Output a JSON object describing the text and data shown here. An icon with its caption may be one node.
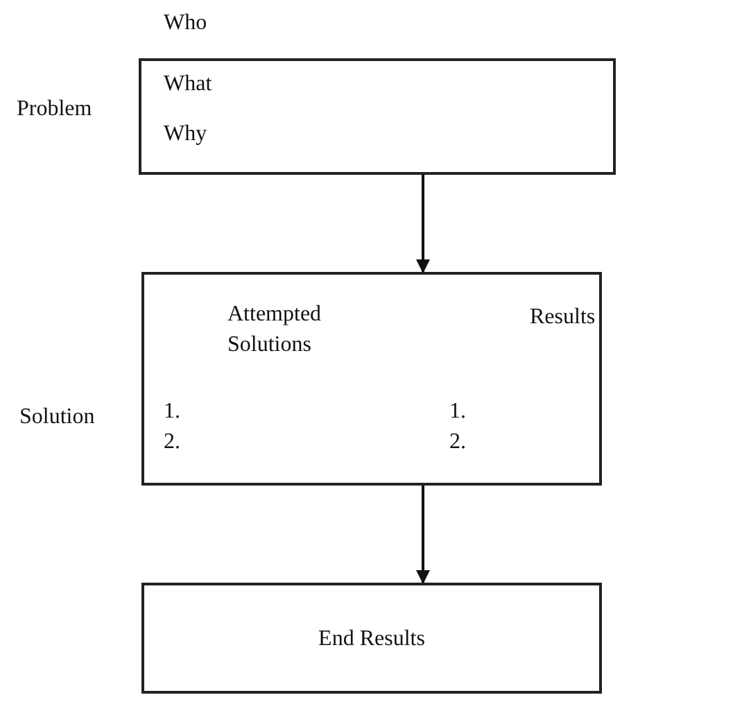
{
  "diagram": {
    "nodes": [
      {
        "text": [
          "Who",
          "What",
          "Why"
        ],
        "beside": [
          "Problem"
        ]
      },
      {
        "text": [
          "Attempted Solutions",
          "Results",
          "1. 2.",
          "1. 2."
        ],
        "beside": [
          "Solution"
        ]
      },
      {
        "text": [
          "End Results"
        ]
      }
    ],
    "edges": [
      {
        "from": 0,
        "to": 1,
        "arrow": "to"
      },
      {
        "from": 1,
        "to": 2,
        "arrow": "to"
      }
    ]
  }
}
